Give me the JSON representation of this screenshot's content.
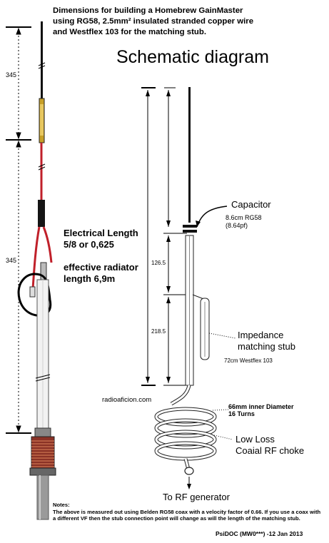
{
  "header": {
    "line1": "Dimensions for building a Homebrew GainMaster",
    "line2": "using RG58, 2.5mm² insulated stranded copper wire",
    "line3": "and Westflex 103 for the matching stub."
  },
  "schematic_title": "Schematic diagram",
  "left_dimensions": {
    "upper": "345",
    "lower": "345"
  },
  "schematic_dimensions": {
    "upper": "126.5",
    "lower": "218.5"
  },
  "labels": {
    "capacitor": "Capacitor",
    "capacitor_detail_1": "8.6cm RG58",
    "capacitor_detail_2": "(8.64pf)",
    "electrical_length_1": "Electrical Length",
    "electrical_length_2": "5/8 or 0,625",
    "effective_1": "effective radiator",
    "effective_2": "length 6,9m",
    "stub_1": "Impedance",
    "stub_2": "matching stub",
    "stub_detail": "72cm Westflex 103",
    "website": "radioaficion.com",
    "coil_1": "66mm inner Diameter",
    "coil_2": "16 Turns",
    "choke_1": "Low Loss",
    "choke_2": "Coaial RF choke",
    "rf": "To RF generator"
  },
  "notes": {
    "title": "Notes:",
    "text": "The above is measured out using Belden RG58 coax with a velocity factor of 0.66. If you use a coax with a different VF then the stub connection point will change as will the length of the matching stub."
  },
  "credit": "PsiDOC (MW0***) -12 Jan 2013",
  "colors": {
    "wire_red": "#c0202a",
    "coil_copper": "#9c3a2a",
    "mast_gray": "#cfcfcf"
  }
}
